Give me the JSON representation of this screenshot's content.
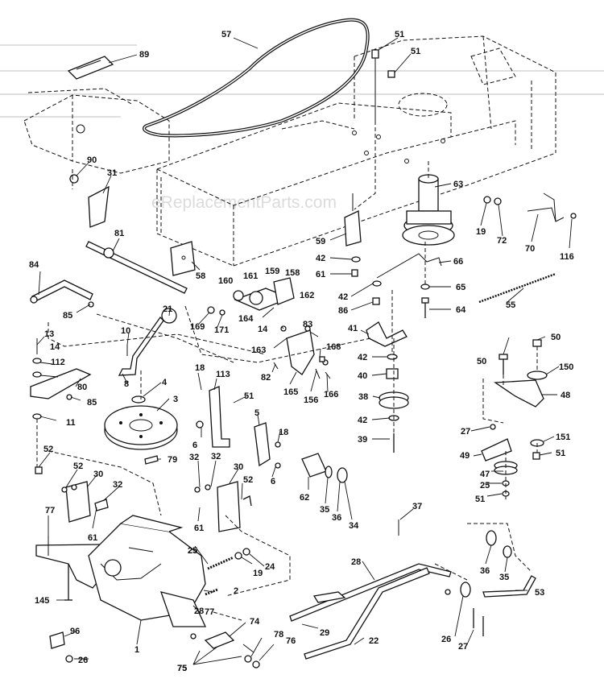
{
  "watermark": "eReplacementParts.com",
  "callouts": [
    "57",
    "51",
    "51",
    "89",
    "90",
    "31",
    "63",
    "19",
    "72",
    "70",
    "116",
    "81",
    "59",
    "42",
    "61",
    "66",
    "58",
    "84",
    "160",
    "161",
    "159",
    "158",
    "162",
    "42",
    "86",
    "65",
    "64",
    "55",
    "85",
    "21",
    "169",
    "171",
    "164",
    "14",
    "163",
    "83",
    "13",
    "10",
    "168",
    "41",
    "14",
    "112",
    "8",
    "82",
    "165",
    "156",
    "166",
    "42",
    "40",
    "80",
    "85",
    "4",
    "18",
    "113",
    "51",
    "38",
    "50",
    "50",
    "150",
    "48",
    "3",
    "11",
    "42",
    "39",
    "5",
    "18",
    "27",
    "6",
    "49",
    "151",
    "51",
    "52",
    "47",
    "79",
    "32",
    "30",
    "52",
    "30",
    "32",
    "62",
    "35",
    "36",
    "34",
    "25",
    "25",
    "51",
    "6",
    "61",
    "32",
    "52",
    "77",
    "61",
    "37",
    "28",
    "25",
    "19",
    "24",
    "36",
    "35",
    "2",
    "53",
    "145",
    "77",
    "74",
    "29",
    "28",
    "26",
    "96",
    "26",
    "78",
    "76",
    "27",
    "1",
    "22",
    "75",
    "75"
  ]
}
